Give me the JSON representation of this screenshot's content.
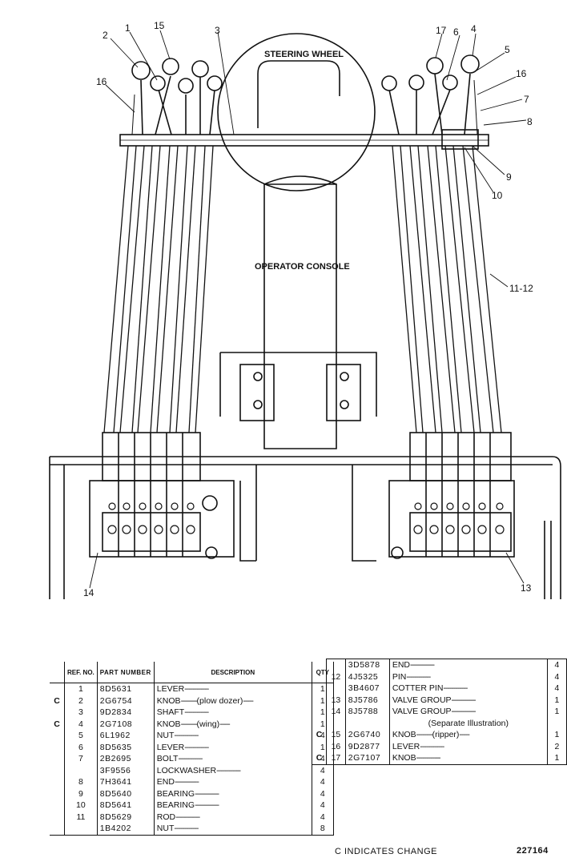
{
  "diagram": {
    "labels": {
      "steering_wheel": "STEERING WHEEL",
      "operator_console": "OPERATOR CONSOLE"
    },
    "callouts": {
      "c1": "1",
      "c2": "2",
      "c3": "3",
      "c4": "4",
      "c5": "5",
      "c6": "6",
      "c7": "7",
      "c8": "8",
      "c9": "9",
      "c10": "10",
      "c11_12": "11-12",
      "c13": "13",
      "c14": "14",
      "c15": "15",
      "c16a": "16",
      "c16b": "16",
      "c17": "17"
    }
  },
  "parts_table": {
    "headers": {
      "ref": "REF. NO.",
      "part": "PART NUMBER",
      "desc": "DESCRIPTION",
      "qty": "QTY"
    },
    "left_rows": [
      {
        "change": "",
        "ref": "1",
        "part": "8D5631",
        "desc": "LEVER",
        "note": "",
        "qty": "1"
      },
      {
        "change": "C",
        "ref": "2",
        "part": "2G6754",
        "desc": "KNOB",
        "note": "(plow dozer)",
        "qty": "1"
      },
      {
        "change": "",
        "ref": "3",
        "part": "9D2834",
        "desc": "SHAFT",
        "note": "",
        "qty": "1"
      },
      {
        "change": "C",
        "ref": "4",
        "part": "2G7108",
        "desc": "KNOB",
        "note": "(wing)",
        "qty": "1"
      },
      {
        "change": "",
        "ref": "5",
        "part": "6L1962",
        "desc": "NUT",
        "note": "",
        "qty": "4"
      },
      {
        "change": "",
        "ref": "6",
        "part": "8D5635",
        "desc": "LEVER",
        "note": "",
        "qty": "1"
      },
      {
        "change": "",
        "ref": "7",
        "part": "2B2695",
        "desc": "BOLT",
        "note": "",
        "qty": "4"
      },
      {
        "change": "",
        "ref": "",
        "part": "3F9556",
        "desc": "LOCKWASHER",
        "note": "",
        "qty": "4"
      },
      {
        "change": "",
        "ref": "8",
        "part": "7H3641",
        "desc": "END",
        "note": "",
        "qty": "4"
      },
      {
        "change": "",
        "ref": "9",
        "part": "8D5640",
        "desc": "BEARING",
        "note": "",
        "qty": "4"
      },
      {
        "change": "",
        "ref": "10",
        "part": "8D5641",
        "desc": "BEARING",
        "note": "",
        "qty": "4"
      },
      {
        "change": "",
        "ref": "11",
        "part": "8D5629",
        "desc": "ROD",
        "note": "",
        "qty": "4"
      },
      {
        "change": "",
        "ref": "",
        "part": "1B4202",
        "desc": "NUT",
        "note": "",
        "qty": "8"
      }
    ],
    "right_rows": [
      {
        "change": "",
        "ref": "",
        "part": "3D5878",
        "desc": "END",
        "note": "",
        "qty": "4"
      },
      {
        "change": "",
        "ref": "12",
        "part": "4J5325",
        "desc": "PIN",
        "note": "",
        "qty": "4"
      },
      {
        "change": "",
        "ref": "",
        "part": "3B4607",
        "desc": "COTTER PIN",
        "note": "",
        "qty": "4"
      },
      {
        "change": "",
        "ref": "13",
        "part": "8J5786",
        "desc": "VALVE GROUP",
        "note": "",
        "qty": "1"
      },
      {
        "change": "",
        "ref": "14",
        "part": "8J5788",
        "desc": "VALVE GROUP",
        "note": "",
        "qty": "1"
      },
      {
        "change": "",
        "ref": "",
        "part": "",
        "desc": "",
        "note": "(Separate Illustration)",
        "qty": ""
      },
      {
        "change": "C",
        "ref": "15",
        "part": "2G6740",
        "desc": "KNOB",
        "note": "(ripper)",
        "qty": "1"
      },
      {
        "change": "",
        "ref": "16",
        "part": "9D2877",
        "desc": "LEVER",
        "note": "",
        "qty": "2"
      },
      {
        "change": "C",
        "ref": "17",
        "part": "2G7107",
        "desc": "KNOB",
        "note": "",
        "qty": "1"
      }
    ]
  },
  "footer": {
    "change_note": "C INDICATES CHANGE",
    "illustration_number": "227164"
  }
}
